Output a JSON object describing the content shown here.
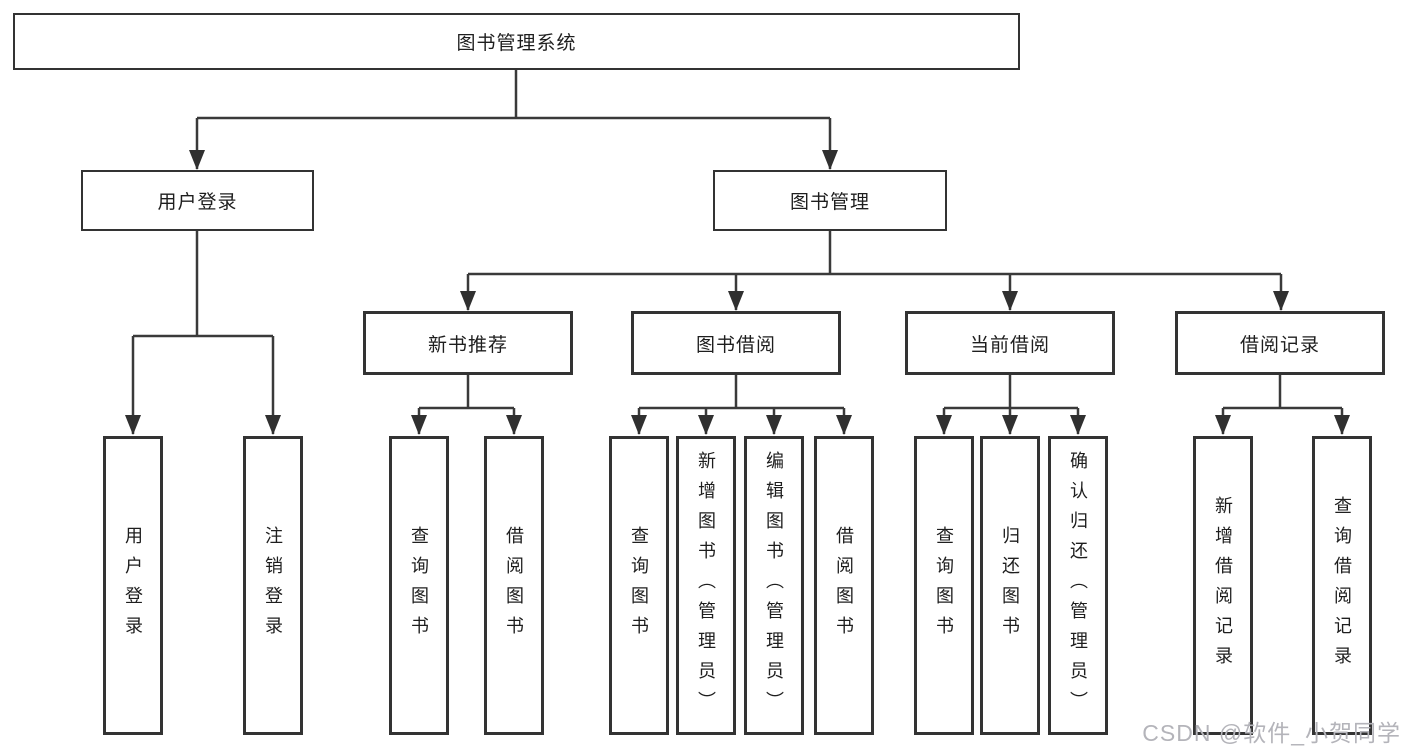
{
  "tree": {
    "root": {
      "label": "图书管理系统",
      "children": [
        {
          "label": "用户登录",
          "children": [
            {
              "label": "用户登录"
            },
            {
              "label": "注销登录"
            }
          ]
        },
        {
          "label": "图书管理",
          "children": [
            {
              "label": "新书推荐",
              "children": [
                {
                  "label": "查询图书"
                },
                {
                  "label": "借阅图书"
                }
              ]
            },
            {
              "label": "图书借阅",
              "children": [
                {
                  "label": "查询图书"
                },
                {
                  "label": "新增图书（管理员）"
                },
                {
                  "label": "编辑图书（管理员）"
                },
                {
                  "label": "借阅图书"
                }
              ]
            },
            {
              "label": "当前借阅",
              "children": [
                {
                  "label": "查询图书"
                },
                {
                  "label": "归还图书"
                },
                {
                  "label": "确认归还（管理员）"
                }
              ]
            },
            {
              "label": "借阅记录",
              "children": [
                {
                  "label": "新增借阅记录"
                },
                {
                  "label": "查询借阅记录"
                }
              ]
            }
          ]
        }
      ]
    }
  },
  "colors": {
    "line": "#3a3a3a",
    "border": "#333333",
    "text": "#1e1e1e",
    "watermark": "#b4b4ba"
  },
  "watermark": {
    "text": "CSDN @软件_小贺同学"
  }
}
